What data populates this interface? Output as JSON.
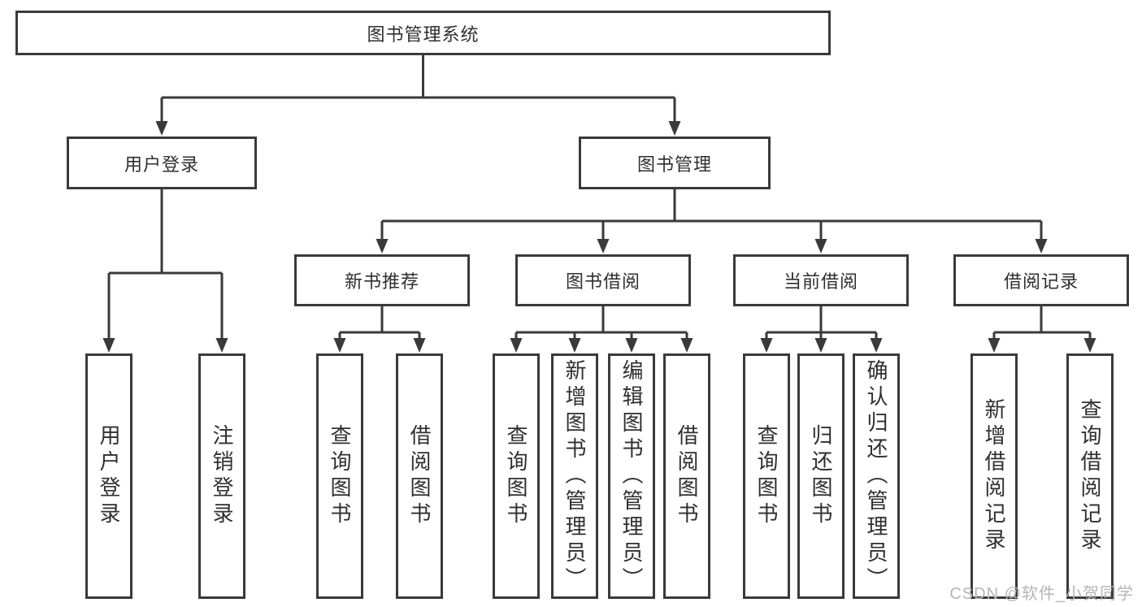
{
  "watermark": "CSDN @软件_小贺同学",
  "colors": {
    "line": "#3a3a3a",
    "text": "#2f2f2f",
    "box_background": "#ffffff",
    "watermark": "#b5b5b5",
    "background": "#ffffff"
  },
  "tree": {
    "root": {
      "label": "图书管理系统",
      "children": [
        {
          "label": "用户登录",
          "children": [
            {
              "label": "用户登录"
            },
            {
              "label": "注销登录"
            }
          ]
        },
        {
          "label": "图书管理",
          "children": [
            {
              "label": "新书推荐",
              "children": [
                {
                  "label": "查询图书"
                },
                {
                  "label": "借阅图书"
                }
              ]
            },
            {
              "label": "图书借阅",
              "children": [
                {
                  "label": "查询图书"
                },
                {
                  "label": "新增图书（管理员）"
                },
                {
                  "label": "编辑图书（管理员）"
                },
                {
                  "label": "借阅图书"
                }
              ]
            },
            {
              "label": "当前借阅",
              "children": [
                {
                  "label": "查询图书"
                },
                {
                  "label": "归还图书"
                },
                {
                  "label": "确认归还（管理员）"
                }
              ]
            },
            {
              "label": "借阅记录",
              "children": [
                {
                  "label": "新增借阅记录"
                },
                {
                  "label": "查询借阅记录"
                }
              ]
            }
          ]
        }
      ]
    }
  }
}
